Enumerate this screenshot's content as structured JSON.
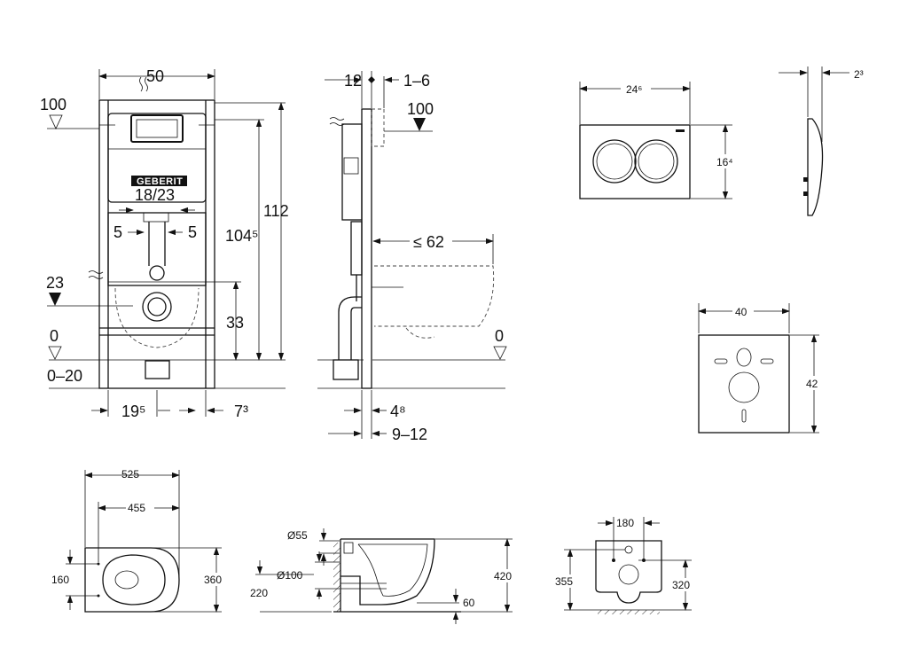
{
  "frame_front": {
    "width": "50",
    "height_total": "112",
    "height_inner": "104⁵",
    "level_100": "100",
    "level_23": "23",
    "level_0": "0",
    "level_0_20": "0–20",
    "spacing_18_23": "18/23",
    "offset_left": "5",
    "offset_right": "5",
    "height_33": "33",
    "bottom_left": "19⁵",
    "bottom_right": "7³",
    "brand": "GEBERIT"
  },
  "frame_side": {
    "top_depth": "12",
    "top_adjust": "1–6",
    "level_100": "100",
    "bowl_projection": "≤ 62",
    "level_0": "0",
    "bottom_depth": "4⁸",
    "bottom_range": "9–12"
  },
  "flush_plate": {
    "width": "24⁶",
    "height": "16⁴",
    "side_depth": "2³"
  },
  "sound_pad": {
    "width": "40",
    "height": "42"
  },
  "bowl_top": {
    "length_total": "525",
    "length_inner": "455",
    "bolt_spacing": "160",
    "width": "360"
  },
  "bowl_section": {
    "outlet_diameter": "Ø55",
    "waste_diameter": "Ø100",
    "waste_height": "220",
    "height": "420",
    "rim_offset": "60"
  },
  "bowl_back": {
    "bolt_width": "180",
    "height_left": "355",
    "height_right": "320"
  }
}
